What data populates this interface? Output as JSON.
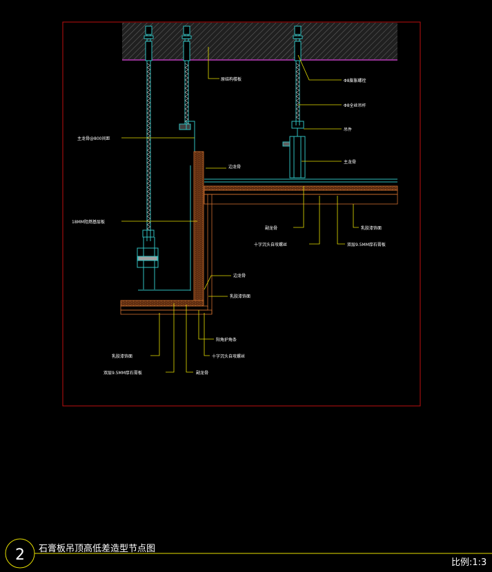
{
  "drawing": {
    "number": "2",
    "title": "石膏板吊顶高低差造型节点图",
    "scale": "比例:1:3"
  },
  "labels": {
    "concrete_slab": "原结构楼板",
    "expansion_bolt": "Φ8膨胀螺栓",
    "hanger_rod": "Φ8全丝吊杆",
    "hanger": "吊件",
    "main_keel": "主龙骨",
    "main_keel_spacing": "主龙骨@800间距",
    "side_keel": "边龙骨",
    "board_18mm": "18MM阻燃基层板",
    "sub_keel": "副龙骨",
    "self_tapping_screw": "十字沉头自攻螺丝",
    "gypsum_board": "双层9.5MM厚石膏板",
    "finish_paint": "乳胶漆饰面",
    "corner_bead": "阳角护角条"
  }
}
